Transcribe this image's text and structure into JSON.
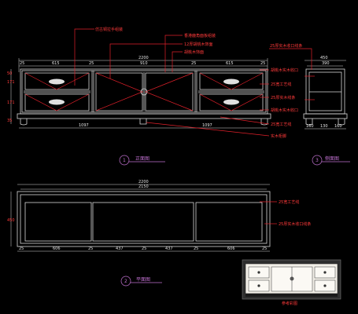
{
  "front_view": {
    "title": "正面图",
    "number": "1",
    "overall_width": "2200",
    "dims_top": [
      "25",
      "615",
      "25",
      "910",
      "25",
      "615",
      "25"
    ],
    "dims_bottom": [
      "1097",
      "1097"
    ],
    "dims_left": [
      "50",
      "171",
      "171",
      "35"
    ],
    "callouts_top": [
      "仿古铜拉手组装",
      "香港鹿角面板组装",
      "12厚胡桃木饰面",
      "胡桃木饰面"
    ],
    "callouts_right": [
      "胡桃木实木收口",
      "25宽工艺线",
      "25厚实木线条",
      "胡桃木实木收口",
      "25宽工艺线",
      "实木柜脚"
    ]
  },
  "side_view": {
    "title": "侧面图",
    "number": "3",
    "dims_top": [
      "450",
      "390"
    ],
    "dims_bottom": [
      "160",
      "130",
      "160"
    ],
    "callout": "25厚实木收口线条"
  },
  "plan_view": {
    "title": "平面图",
    "number": "2",
    "overall_width": "2200",
    "inner_width": "2150",
    "dims_bottom": [
      "25",
      "606",
      "25",
      "437",
      "25",
      "437",
      "25",
      "606",
      "25"
    ],
    "dims_left": [
      "450"
    ],
    "callouts_right": [
      "25宽工艺线",
      "25厚实木收口线条"
    ]
  },
  "reference": {
    "caption": "参考彩图"
  },
  "colors": {
    "background": "#000000",
    "linework": "#d8d8d8",
    "annotation": "#e0202a",
    "title_marker": "#c070d0"
  }
}
